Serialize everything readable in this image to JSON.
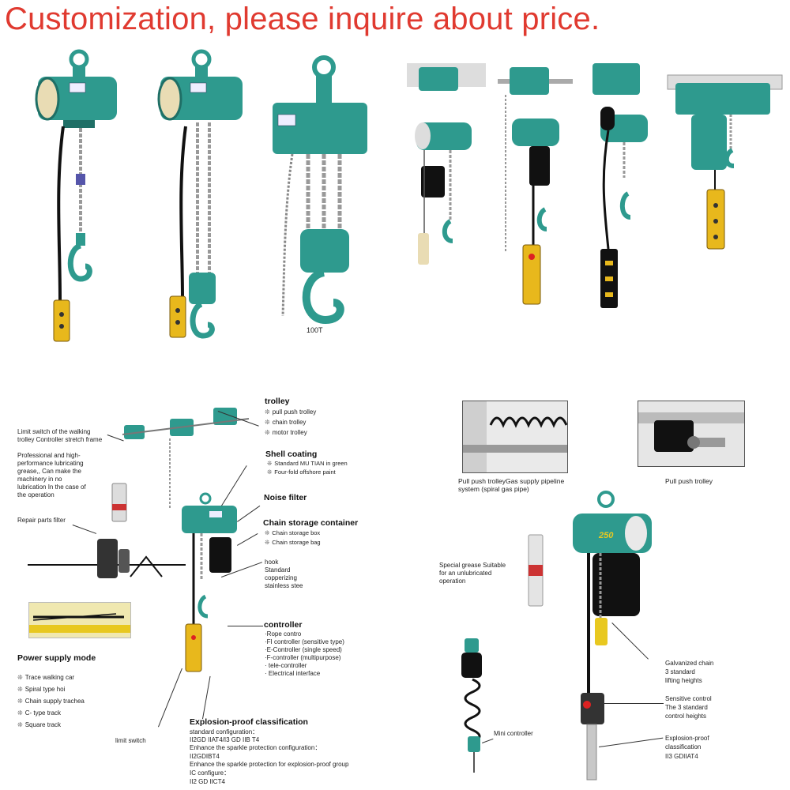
{
  "headline": "Customization, please inquire about price.",
  "top_caption": "100T",
  "left_diagram": {
    "trolley": {
      "title": "trolley",
      "items": [
        "pull push trolley",
        "chain trolley",
        "motor trolley"
      ]
    },
    "shell_coating": {
      "title": "Shell coating",
      "items": [
        "Standard MU TIAN in green",
        "Four-fold offshore paint"
      ]
    },
    "noise_filter": {
      "title": "Noise filter"
    },
    "chain_storage": {
      "title": "Chain storage container",
      "items": [
        "Chain storage box",
        "Chain storage bag"
      ]
    },
    "hook": [
      "hook",
      "Standard",
      "copperizing",
      "stainless stee"
    ],
    "controller": {
      "title": "controller",
      "items": [
        "·Rope contro",
        "·FI controller (sensitive type)",
        "·E-Controller (single speed)",
        "·F-controller (multipurpose)",
        "· tele-controller",
        "· Electrical interface"
      ]
    },
    "explosion": {
      "title": "Explosion-proof classification",
      "lines": [
        "standard configuration：",
        "II2GD   IIAT4/I3 GD IIB T4",
        "Enhance the sparkle protection configuration：",
        "II2GDIBT4",
        "Enhance the sparkle protection for explosion-proof group",
        "IC configure：",
        "II2  GD   IICT4"
      ]
    },
    "limit_switch_walking": [
      "Limit switch of the walking",
      "trolley Controller stretch frame"
    ],
    "grease": [
      "Professional and high-",
      "performance lubricating",
      "grease,, Can make the",
      "machinery in no",
      "lubrication In the case of",
      "the operation"
    ],
    "repair_filter": "Repair parts filter",
    "power_supply": {
      "title": "Power supply mode",
      "items": [
        "Trace walking car",
        "Spiral type hoi",
        "Chain supply trachea",
        "C- type track",
        "Square track"
      ]
    },
    "limit_switch": "limit switch"
  },
  "right_diagram": {
    "photo1_caption": [
      "Pull push trolleyGas supply pipeline",
      "system (spiral gas pipe)"
    ],
    "photo2_caption": "Pull push trolley",
    "special_grease": [
      "Special grease Suitable",
      "for an unlubricated",
      "operation"
    ],
    "hoist_badge": "250",
    "mini_controller": "Mini controller",
    "galvanized": [
      "Galvanized chain",
      "3 standard",
      "lifting heights"
    ],
    "sensitive": [
      "Sensitive control",
      "The 3 standard",
      "control heights"
    ],
    "explosion": [
      "Explosion-proof",
      "classification",
      "II3 GDIIAT4"
    ]
  },
  "colors": {
    "headline": "#e03a30",
    "hoist_green": "#2e9a8e",
    "hoist_dark": "#1f6f66",
    "pendant_yellow": "#e8b81c"
  }
}
